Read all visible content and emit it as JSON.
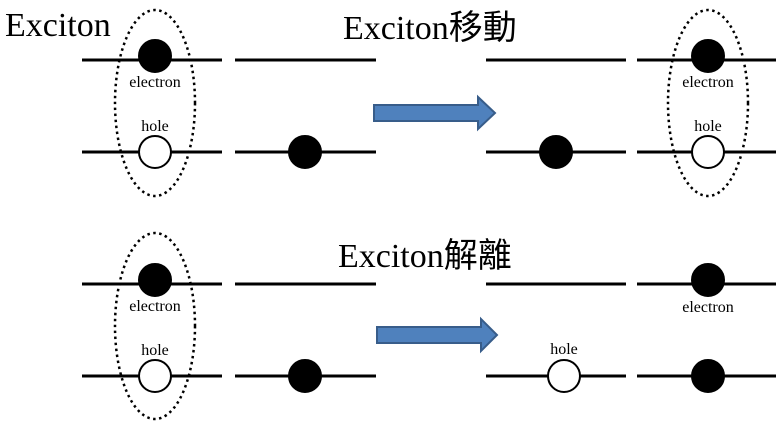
{
  "top_left_label": "Exciton",
  "panel_transfer": {
    "title": "Exciton移動",
    "electron_label_left": "electron",
    "hole_label_left": "hole",
    "electron_label_right": "electron",
    "hole_label_right": "hole"
  },
  "panel_dissociation": {
    "title": "Exciton解離",
    "electron_label_left": "electron",
    "hole_label_left": "hole",
    "electron_label_right": "electron",
    "hole_label_right": "hole"
  },
  "colors": {
    "arrow_fill": "#4f81bd",
    "arrow_stroke": "#385d8a",
    "particle_filled": "#000000",
    "particle_empty": "#ffffff"
  }
}
